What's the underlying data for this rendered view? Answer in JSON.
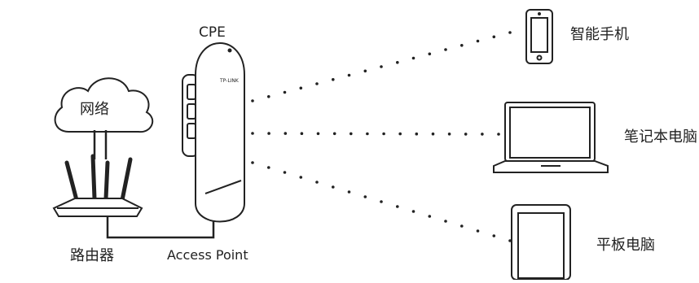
{
  "labels": {
    "cpe": "CPE",
    "network": "网络",
    "router": "路由器",
    "access_point": "Access Point",
    "cpe_brand": "TP-LINK",
    "smartphone": "智能手机",
    "laptop": "笔记本电脑",
    "tablet": "平板电脑"
  },
  "colors": {
    "stroke": "#222222",
    "fill": "#ffffff",
    "dots": "#222222"
  },
  "icons": [
    "cloud-icon",
    "router-icon",
    "cpe-device-icon",
    "smartphone-icon",
    "laptop-icon",
    "tablet-icon"
  ]
}
